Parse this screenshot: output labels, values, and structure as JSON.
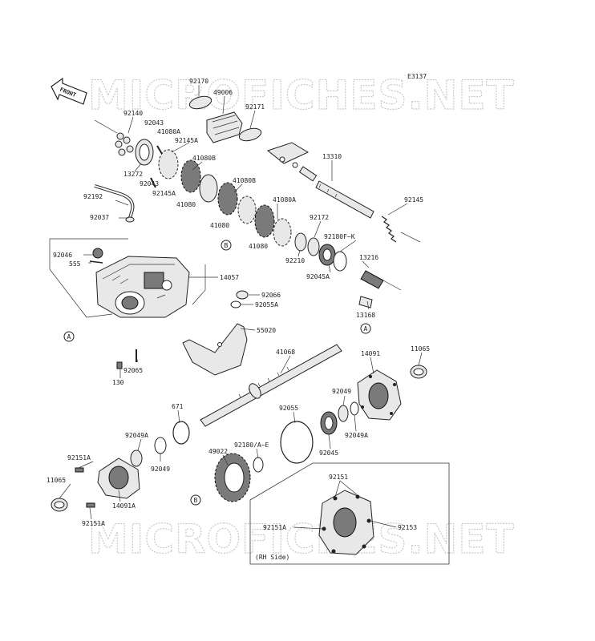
{
  "diagram": {
    "code": "E3137",
    "front_label": "FRONT",
    "watermark": "MICROFICHES.NET",
    "rh_side_label": "(RH Side)",
    "ref_marks": {
      "a": "A",
      "b": "B"
    },
    "labels": {
      "p92170": "92170",
      "p49006": "49006",
      "p92171": "92171",
      "p92140": "92140",
      "p92043a": "92043",
      "p41080a_1": "41080A",
      "p92145a_1": "92145A",
      "p41080b_1": "41080B",
      "p13272": "13272",
      "p92043b": "92043",
      "p92145a_2": "92145A",
      "p41080_1": "41080",
      "p41080b_2": "41080B",
      "p41080_2": "41080",
      "p41080a_2": "41080A",
      "p41080_3": "41080",
      "p13310": "13310",
      "p92145": "92145",
      "p92192": "92192",
      "p92037": "92037",
      "p92172": "92172",
      "p92180fk": "92180F~K",
      "p92210": "92210",
      "p92045a": "92045A",
      "p13216": "13216",
      "p92046": "92046",
      "p555": "555",
      "p14057": "14057",
      "p92066": "92066",
      "p92055a": "92055A",
      "p13168": "13168",
      "p55020": "55020",
      "p41068": "41068",
      "p14091": "14091",
      "p11065a": "11065",
      "p92065": "92065",
      "p130": "130",
      "p92049a": "92049",
      "p92049a_r": "92049A",
      "p671": "671",
      "p92055": "92055",
      "p92045": "92045",
      "p92049a_l": "92049A",
      "p92180ae": "92180/A~E",
      "p49022": "49022",
      "p92151a_1": "92151A",
      "p92049b": "92049",
      "p11065b": "11065",
      "p14091a": "14091A",
      "p92151a_2": "92151A",
      "p92151": "92151",
      "p92151a_3": "92151A",
      "p92153": "92153"
    }
  }
}
